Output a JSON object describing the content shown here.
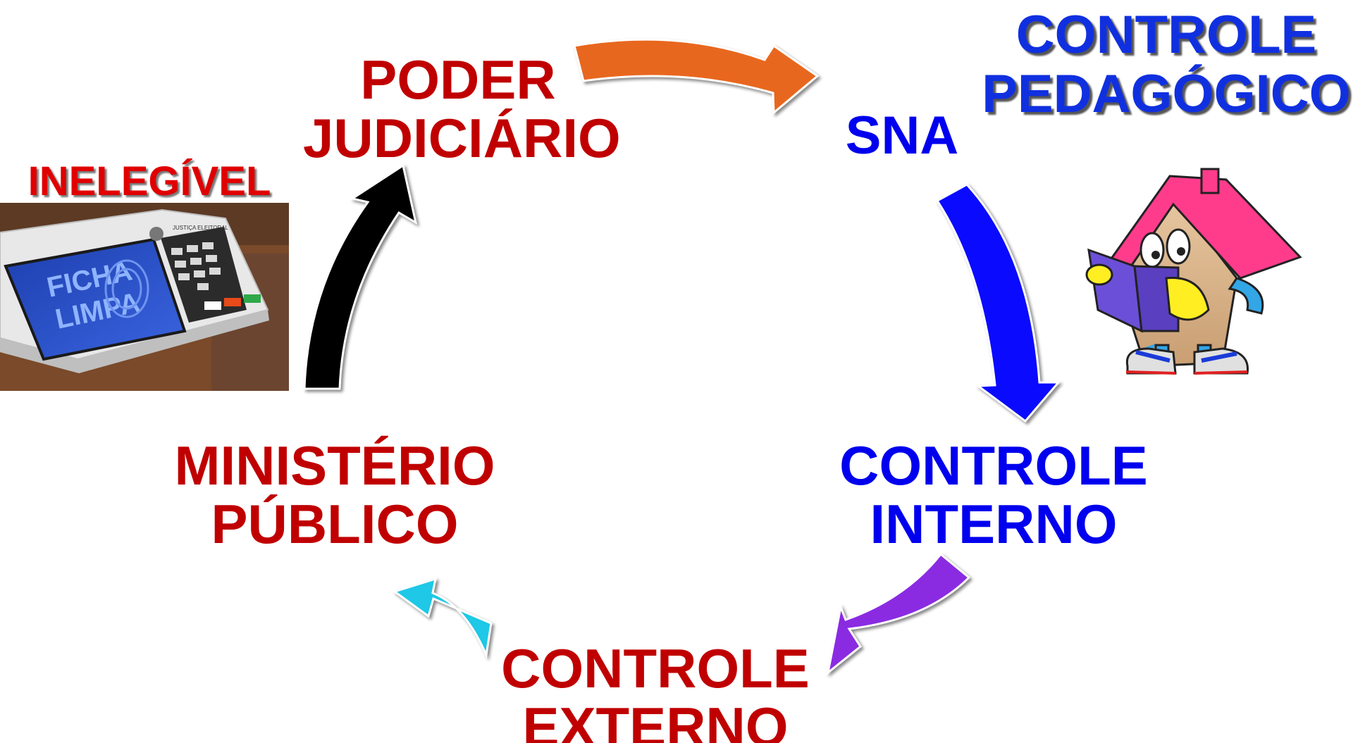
{
  "diagram": {
    "nodes": [
      {
        "id": "poder",
        "lines": [
          "PODER",
          "JUDICIÁRIO"
        ],
        "color": "#c00000"
      },
      {
        "id": "sna",
        "lines": [
          "SNA"
        ],
        "color": "#0000ee"
      },
      {
        "id": "ci",
        "lines": [
          "CONTROLE",
          "INTERNO"
        ],
        "color": "#0000ee"
      },
      {
        "id": "ce",
        "lines": [
          "CONTROLE",
          "EXTERNO"
        ],
        "color": "#c00000"
      },
      {
        "id": "mp",
        "lines": [
          "MINISTÉRIO",
          "PÚBLICO"
        ],
        "color": "#c00000"
      }
    ],
    "arrows": [
      {
        "from": "poder",
        "to": "sna",
        "color": "#e8671e"
      },
      {
        "from": "sna",
        "to": "ci",
        "color": "#0a0aff"
      },
      {
        "from": "ci",
        "to": "ce",
        "color": "#8a2be2"
      },
      {
        "from": "ce",
        "to": "mp",
        "color": "#1ec8e6"
      },
      {
        "from": "mp",
        "to": "poder",
        "color": "#000000"
      }
    ],
    "side_labels": {
      "controle_pedagogico": {
        "lines": [
          "CONTROLE",
          "PEDAGÓGICO"
        ],
        "color": "#1030e0"
      },
      "inelegivel": {
        "text": "INELEGÍVEL",
        "color": "#e00000"
      }
    },
    "illustrations": {
      "urna": {
        "screen_lines": [
          "FICHA",
          "LIMPA"
        ],
        "panel_text": "JUSTIÇA ELEITORAL"
      },
      "mascot": {
        "icon": "reading-house-mascot"
      }
    }
  }
}
